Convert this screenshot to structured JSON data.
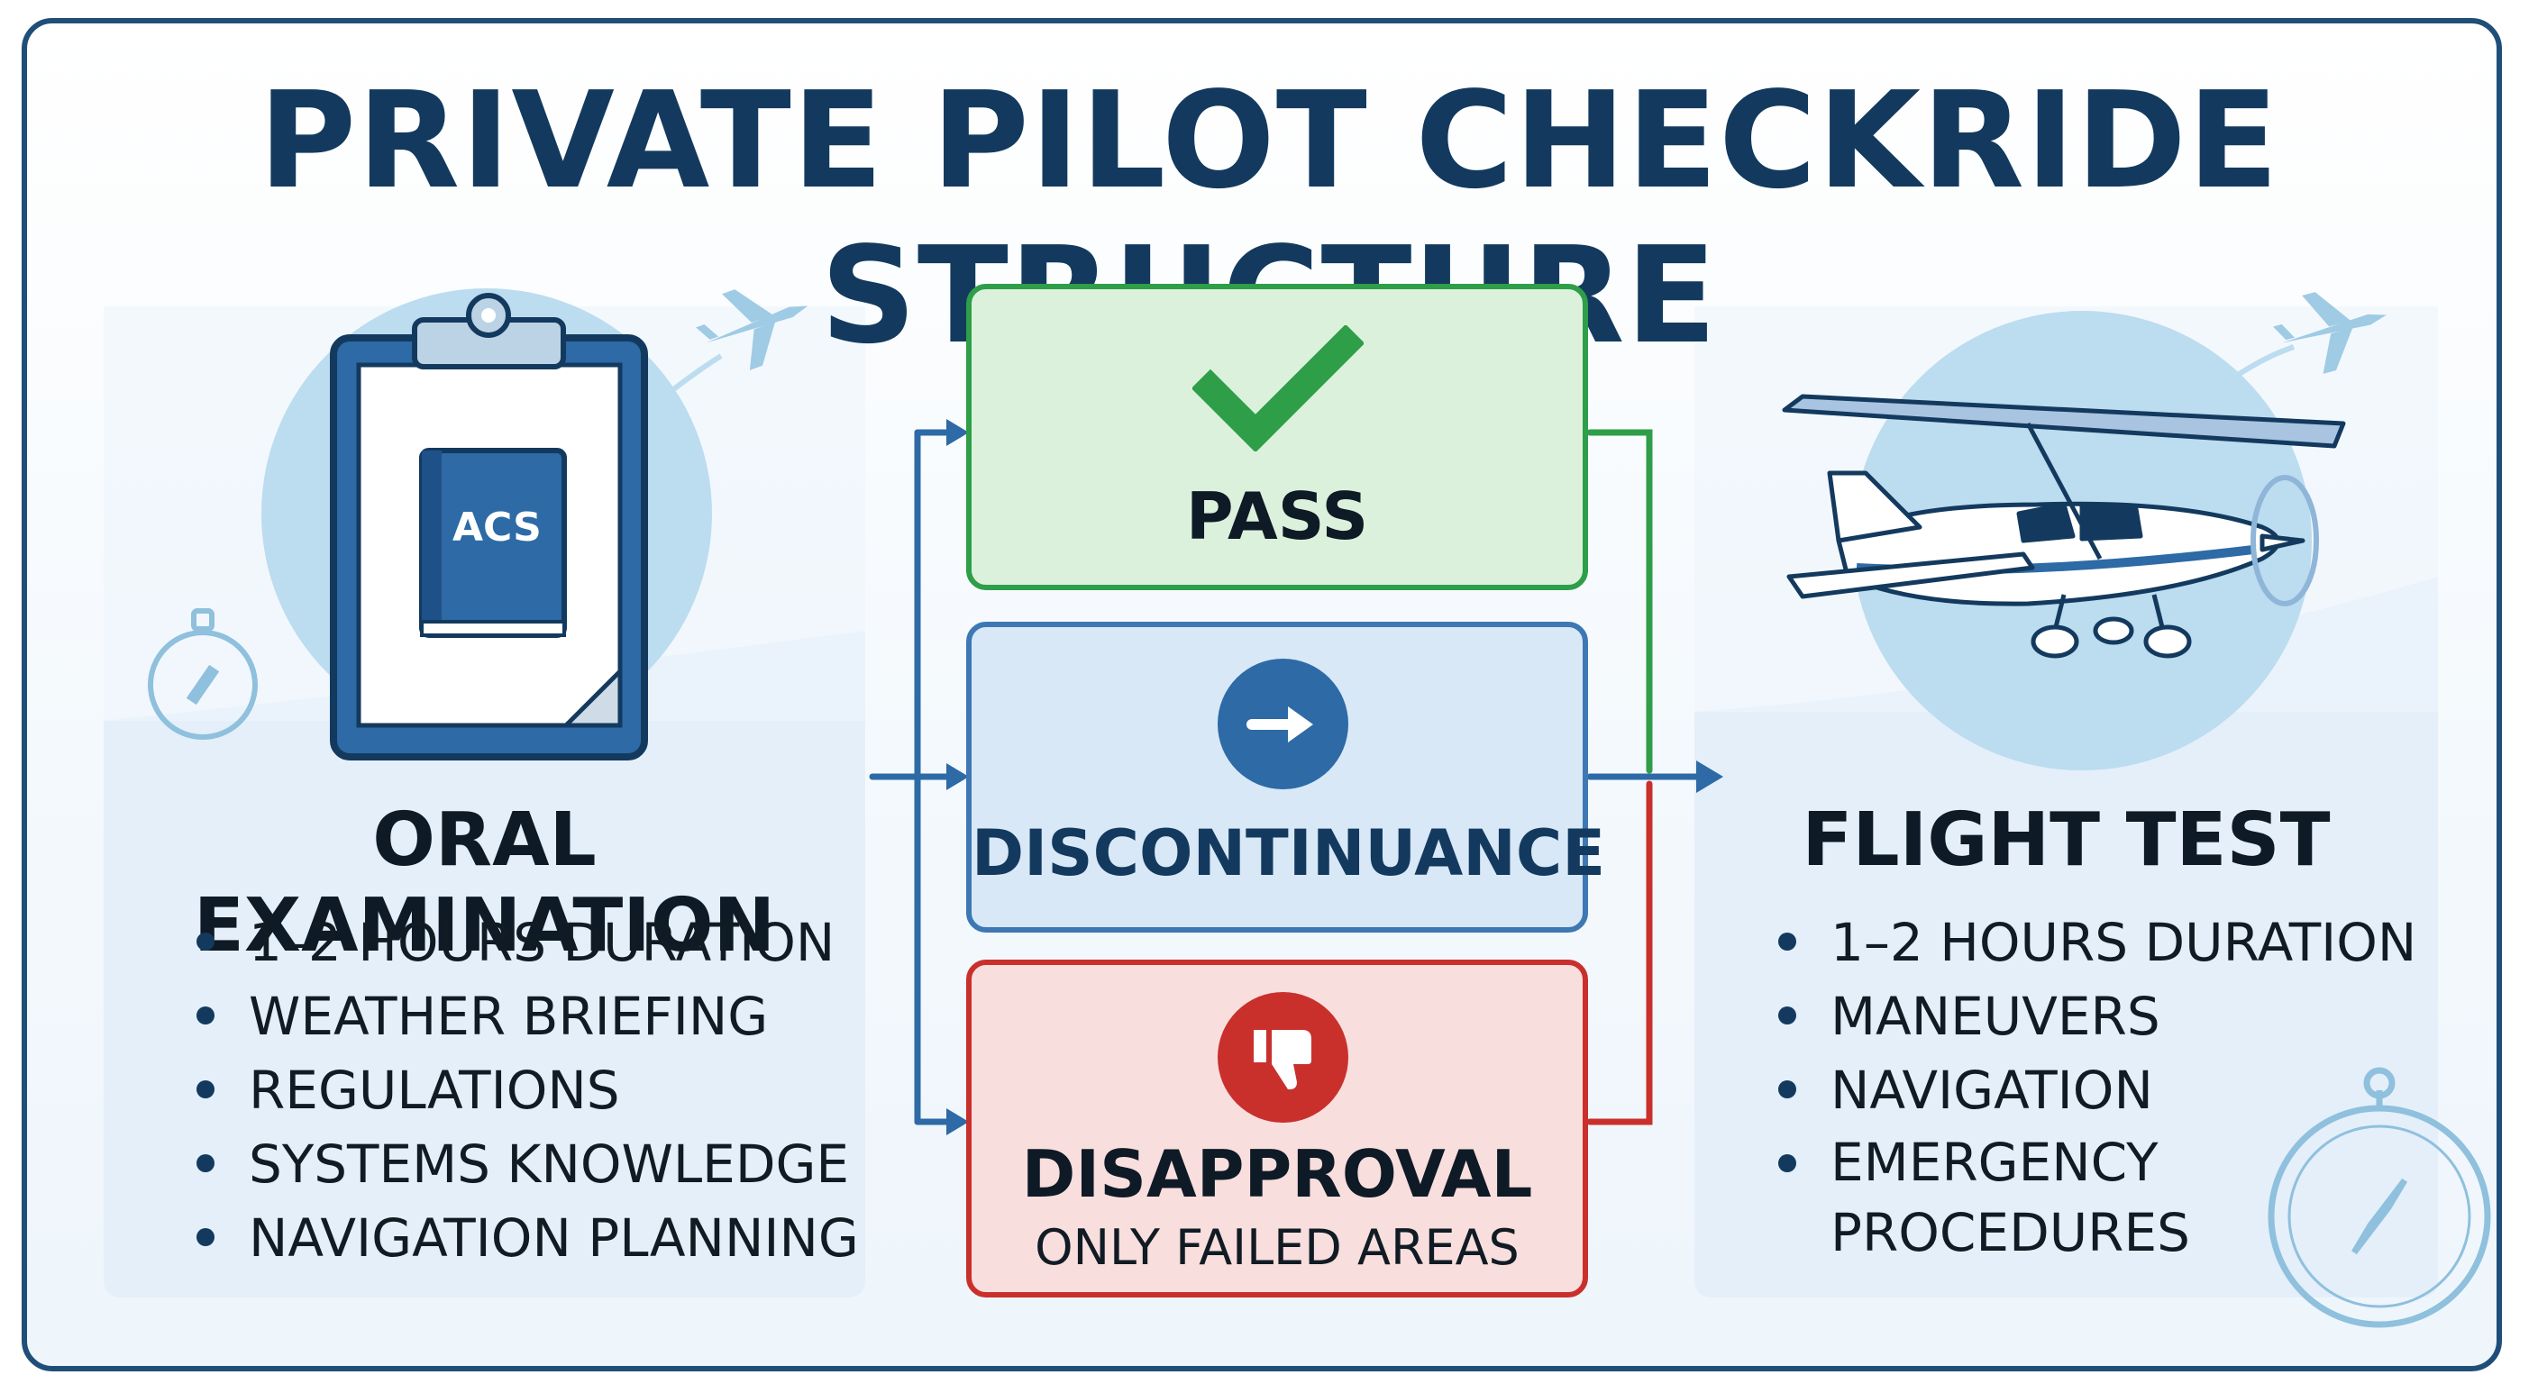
{
  "title": "PRIVATE PILOT CHECKRIDE STRUCTURE",
  "colors": {
    "navy": "#133a5e",
    "frame": "#1f4e79",
    "pass_green": "#2e9e48",
    "pass_fill": "#dcf1dc",
    "disc_blue": "#3d78b4",
    "disc_fill": "#d8e8f7",
    "fail_red": "#c9302c",
    "fail_fill": "#f9dede"
  },
  "oral": {
    "title": "ORAL EXAMINATION",
    "book_label": "ACS",
    "items": [
      "1–2 HOURS DURATION",
      "WEATHER BRIEFING",
      "REGULATIONS",
      "SYSTEMS KNOWLEDGE",
      "NAVIGATION PLANNING"
    ]
  },
  "outcomes": {
    "pass": {
      "label": "PASS",
      "icon": "checkmark-icon"
    },
    "discontinuance": {
      "label": "DISCONTINUANCE",
      "icon": "arrow-right-icon"
    },
    "disapproval": {
      "label": "DISAPPROVAL",
      "sub": "ONLY FAILED AREAS",
      "icon": "thumbs-down-icon"
    }
  },
  "flight": {
    "title": "FLIGHT TEST",
    "items": [
      "1–2 HOURS DURATION",
      "MANEUVERS",
      "NAVIGATION",
      "EMERGENCY PROCEDURES"
    ]
  }
}
